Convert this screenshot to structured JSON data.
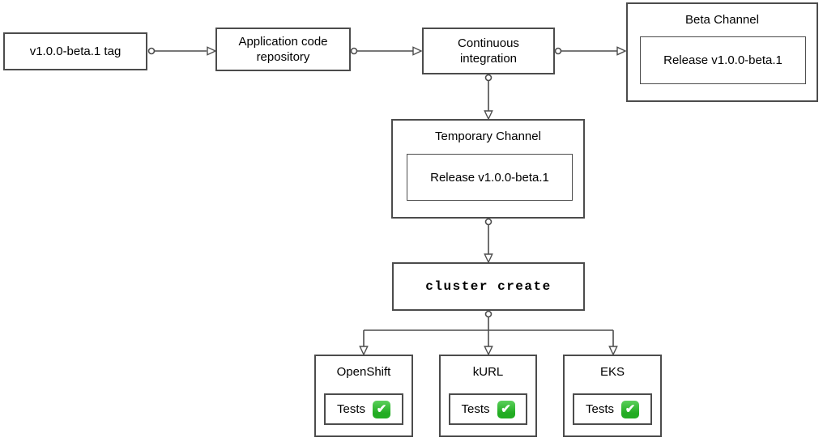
{
  "diagram": {
    "nodes": {
      "tag": {
        "label": "v1.0.0-beta.1 tag"
      },
      "repo": {
        "label": "Application code\nrepository"
      },
      "ci": {
        "label": "Continuous\nintegration"
      },
      "beta_channel": {
        "title": "Beta Channel",
        "release_label": "Release v1.0.0-beta.1"
      },
      "temporary_channel": {
        "title": "Temporary Channel",
        "release_label": "Release v1.0.0-beta.1"
      },
      "cluster_create": {
        "label": "cluster create"
      },
      "clusters": [
        {
          "title": "OpenShift",
          "tests_label": "Tests",
          "status": "passed"
        },
        {
          "title": "kURL",
          "tests_label": "Tests",
          "status": "passed"
        },
        {
          "title": "EKS",
          "tests_label": "Tests",
          "status": "passed"
        }
      ]
    },
    "icons": {
      "check_glyph": "✔"
    },
    "colors": {
      "stroke": "#4c4c4c",
      "text": "#000000",
      "check_green": "#22ac22",
      "check_green_light": "#5bd05b",
      "background": "#ffffff"
    }
  }
}
